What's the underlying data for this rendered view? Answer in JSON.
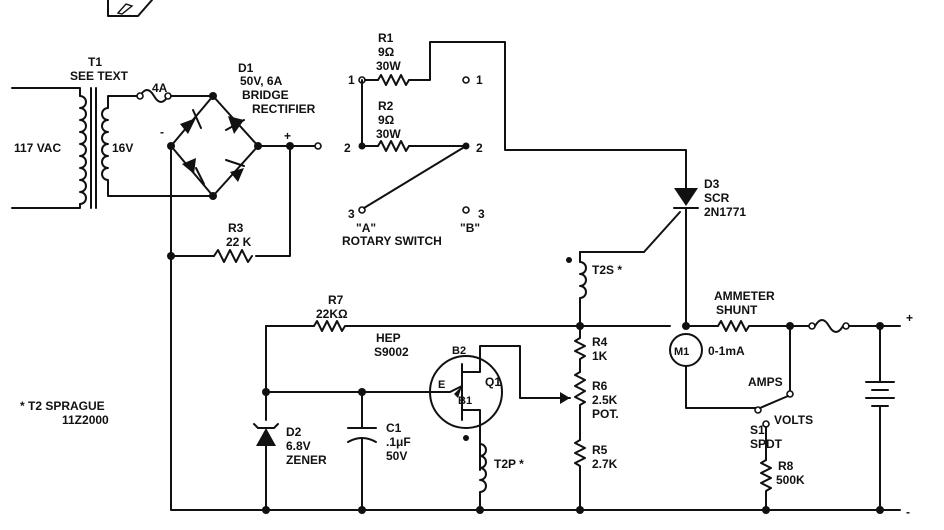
{
  "t1": {
    "designator": "T1",
    "note": "SEE TEXT",
    "primary": "117 VAC",
    "secondary": "16V"
  },
  "fuse_main": {
    "value": "4A"
  },
  "d1": {
    "designator": "D1",
    "rating": "50V, 6A",
    "type_line1": "BRIDGE",
    "type_line2": "RECTIFIER"
  },
  "bridge_minus": "-",
  "bridge_plus": "+",
  "r1": {
    "designator": "R1",
    "value": "9Ω",
    "power": "30W"
  },
  "r2": {
    "designator": "R2",
    "value": "9Ω",
    "power": "30W"
  },
  "r3": {
    "designator": "R3",
    "value": "22 K"
  },
  "switch": {
    "pos1": "1",
    "pos2": "2",
    "pos3": "3",
    "pos1b": "1",
    "pos2b": "2",
    "pos3b": "3",
    "deck_a": "\"A\"",
    "deck_b": "\"B\"",
    "label": "ROTARY SWITCH"
  },
  "d3": {
    "designator": "D3",
    "type": "SCR",
    "part": "2N1771"
  },
  "t2s": {
    "label": "T2S *"
  },
  "r7": {
    "designator": "R7",
    "value": "22KΩ"
  },
  "q1": {
    "family": "HEP",
    "part": "S9002",
    "designator": "Q1",
    "b2": "B2",
    "b1": "B1",
    "e": "E"
  },
  "r4": {
    "designator": "R4",
    "value": "1K"
  },
  "r6": {
    "designator": "R6",
    "value": "2.5K",
    "type": "POT."
  },
  "r5": {
    "designator": "R5",
    "value": "2.7K"
  },
  "d2": {
    "designator": "D2",
    "value": "6.8V",
    "type": "ZENER"
  },
  "c1": {
    "designator": "C1",
    "value": ".1μF",
    "voltage": "50V"
  },
  "t2p": {
    "label": "T2P *"
  },
  "footnote": {
    "line1": "* T2 SPRAGUE",
    "line2": "11Z2000"
  },
  "ammeter_shunt": {
    "line1": "AMMETER",
    "line2": "SHUNT"
  },
  "m1": {
    "designator": "M1",
    "range": "0-1mA"
  },
  "s1": {
    "designator": "S1",
    "type": "SPDT",
    "amps": "AMPS",
    "volts": "VOLTS"
  },
  "r8": {
    "designator": "R8",
    "value": "500K"
  },
  "output": {
    "plus": "+",
    "minus": "-"
  }
}
